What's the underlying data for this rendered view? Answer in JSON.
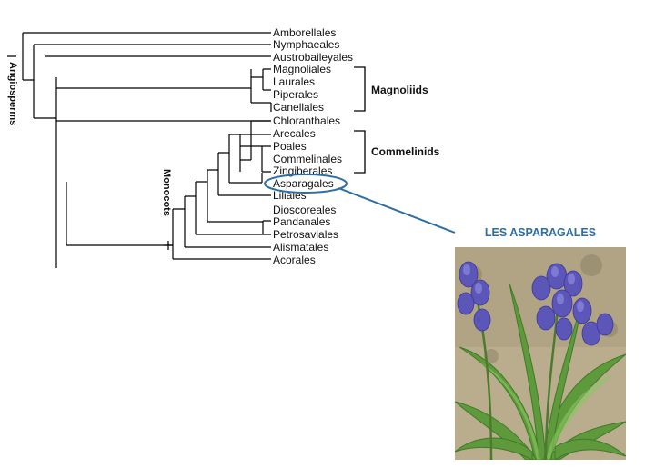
{
  "taxa": [
    "Amborellales",
    "Nymphaeales",
    "Austrobaileyales",
    "Magnoliales",
    "Laurales",
    "Piperales",
    "Canellales",
    "Chloranthales",
    "Arecales",
    "Poales",
    "Commelinales",
    "Zingiberales",
    "Asparagales",
    "Liliales",
    "Dioscoreales",
    "Pandanales",
    "Petrosaviales",
    "Alismatales",
    "Acorales"
  ],
  "groups": {
    "magnoliids": "Magnoliids",
    "commelinids": "Commelinids"
  },
  "clades": {
    "angiosperms": "Angiosperms",
    "monocots": "Monocots"
  },
  "highlight": "Asparagales",
  "photo": {
    "title": "LES ASPARAGALES"
  },
  "colors": {
    "highlight": "#2e6ea6",
    "tree": "#000000",
    "flower": "#5b56b8",
    "leaf": "#5e9a3c"
  }
}
